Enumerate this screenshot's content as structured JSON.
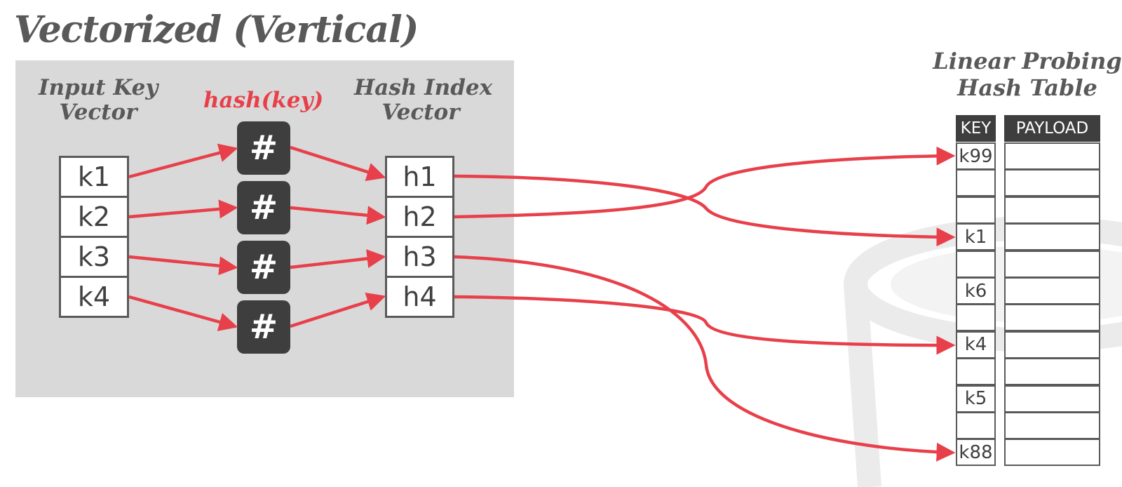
{
  "title": "Vectorized (Vertical)",
  "labels": {
    "input_vector": [
      "Input Key",
      "Vector"
    ],
    "hash_function": "hash(key)",
    "hash_index_vector": [
      "Hash Index",
      "Vector"
    ]
  },
  "input_keys": [
    "k1",
    "k2",
    "k3",
    "k4"
  ],
  "hash_symbol": "#",
  "hash_indexes": [
    "h1",
    "h2",
    "h3",
    "h4"
  ],
  "hash_table": {
    "title": [
      "Linear Probing",
      "Hash Table"
    ],
    "columns": [
      "KEY",
      "PAYLOAD"
    ],
    "keys": [
      "k99",
      "",
      "",
      "k1",
      "",
      "k6",
      "",
      "k4",
      "",
      "k5",
      "",
      "k88"
    ]
  },
  "colors": {
    "arrow": "#e8404a",
    "panel": "#d9d9d9",
    "dark": "#3e3e3e",
    "text": "#595959"
  },
  "mappings": [
    {
      "from": "h1",
      "to_key": "k1"
    },
    {
      "from": "h2",
      "to_key": "k99"
    },
    {
      "from": "h3",
      "to_key": "k88"
    },
    {
      "from": "h4",
      "to_key": "k4"
    }
  ]
}
